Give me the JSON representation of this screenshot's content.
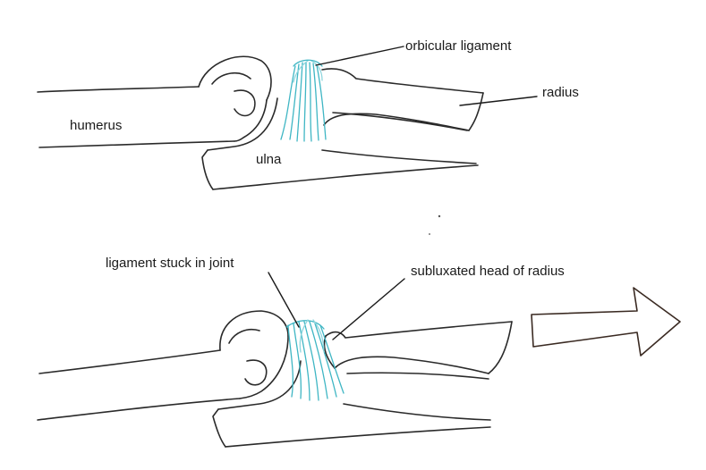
{
  "labels": {
    "humerus": "humerus",
    "ulna": "ulna",
    "radius": "radius",
    "orbicular_ligament": "orbicular ligament",
    "ligament_stuck": "ligament stuck in joint",
    "subluxated_head": "subluxated head of radius"
  },
  "colors": {
    "line": "#2a2a2a",
    "ligament": "#3fb6c4",
    "ligament_light": "#8fd6de",
    "arrow_outline": "#3a2a22",
    "background": "#ffffff"
  }
}
